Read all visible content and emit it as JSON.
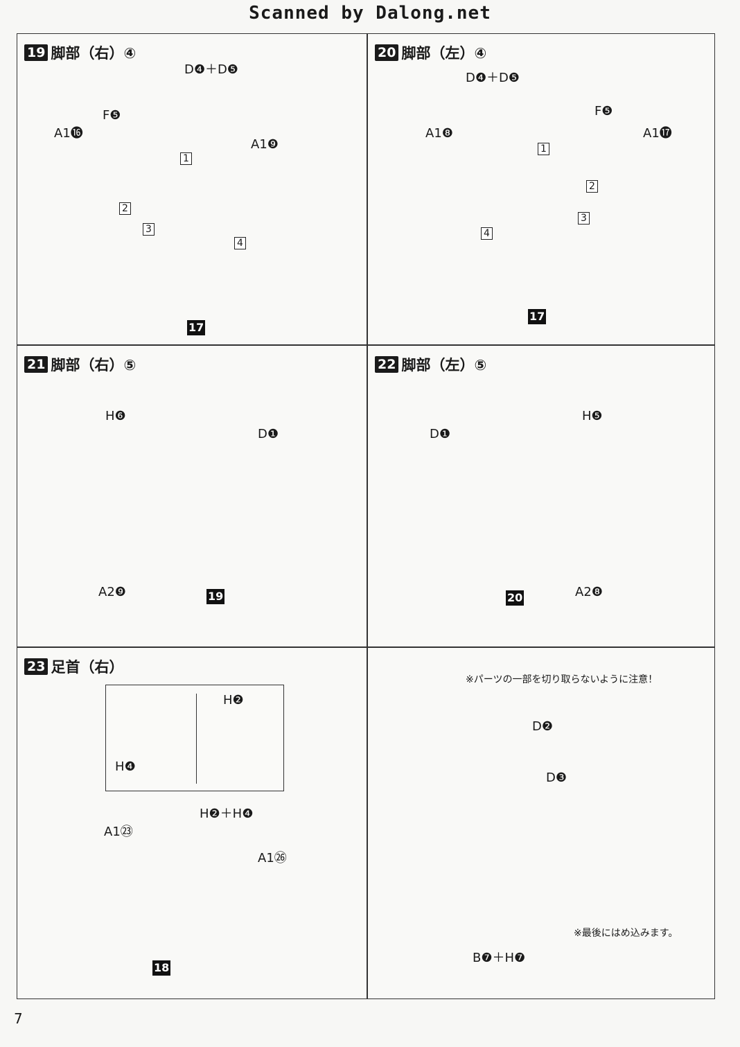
{
  "header": {
    "scan_credit": "Scanned by Dalong.net"
  },
  "page_number": "7",
  "steps": {
    "s19": {
      "num": "19",
      "title": "脚部（右）④",
      "labels": {
        "d": "D❹＋D❺",
        "f": "F❺",
        "a1_left": "A1⓰",
        "a1_right": "A1❾"
      },
      "arrows": [
        "1",
        "2",
        "3",
        "4"
      ],
      "result_tag": "17"
    },
    "s20": {
      "num": "20",
      "title": "脚部（左）④",
      "labels": {
        "d": "D❹＋D❺",
        "f": "F❺",
        "a1_left": "A1❽",
        "a1_right": "A1⓱"
      },
      "arrows": [
        "1",
        "2",
        "3",
        "4"
      ],
      "result_tag": "17"
    },
    "s21": {
      "num": "21",
      "title": "脚部（右）⑤",
      "labels": {
        "h": "H❻",
        "d": "D❶",
        "a2": "A2❾"
      },
      "result_tag": "19"
    },
    "s22": {
      "num": "22",
      "title": "脚部（左）⑤",
      "labels": {
        "h": "H❺",
        "d": "D❶",
        "a2": "A2❽"
      },
      "result_tag": "20"
    },
    "s23": {
      "num": "23",
      "title": "足首（右）",
      "inset": {
        "h4": "H❹",
        "h2": "H❷"
      },
      "labels": {
        "h2h4": "H❷＋H❹",
        "a1_left": "A1㉓",
        "a1_right": "A1㉖"
      },
      "result_tag": "18"
    },
    "s23b": {
      "notice": "※パーツの一部を切り取らないように注意！",
      "labels": {
        "d2": "D❷",
        "d3": "D❸",
        "bh": "B❼＋H❼"
      },
      "press_note": "※最後にはめ込みます。"
    }
  }
}
